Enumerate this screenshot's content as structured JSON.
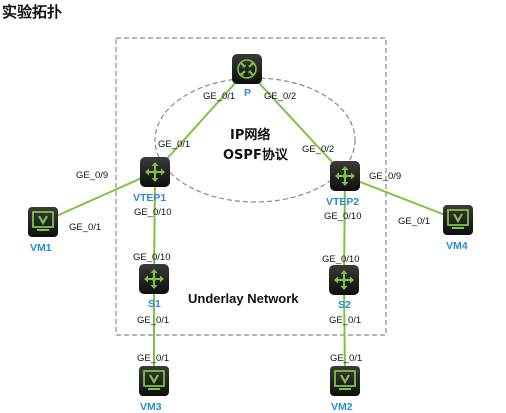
{
  "title": "实验拓扑",
  "center_label_line1": "IP网络",
  "center_label_line2": "OSPF协议",
  "underlay_label": "Underlay Network",
  "devices": {
    "p": "P",
    "vtep1": "VTEP1",
    "vtep2": "VTEP2",
    "s1": "S1",
    "s2": "S2",
    "vm1": "VM1",
    "vm2": "VM2",
    "vm3": "VM3",
    "vm4": "VM4"
  },
  "ports": {
    "p_to_vtep1": "GE_0/1",
    "p_to_vtep2": "GE_0/2",
    "vtep1_to_p": "GE_0/1",
    "vtep2_to_p": "GE_0/2",
    "vtep1_to_vm1": "GE_0/9",
    "vm1_to_vtep1": "GE_0/1",
    "vtep1_to_s1": "GE_0/10",
    "s1_to_vtep1": "GE_0/10",
    "s1_to_vm3": "GE_0/1",
    "vm3_to_s1": "GE_0/1",
    "vtep2_to_vm4": "GE_0/9",
    "vm4_to_vtep2": "GE_0/1",
    "vtep2_to_s2": "GE_0/10",
    "s2_to_vtep2": "GE_0/10",
    "s2_to_vm2": "GE_0/1",
    "vm2_to_s2": "GE_0/1"
  },
  "colors": {
    "link": "#7dc242",
    "device_fill": "#1b1b1b",
    "switch_symbol": "#7dc242",
    "monitor_screen": "#7dc242",
    "device_label": "#2a8bd0",
    "boundary": "#888888"
  },
  "icons": {
    "router": "router-icon",
    "switch": "switch-icon",
    "vm": "monitor-icon"
  }
}
